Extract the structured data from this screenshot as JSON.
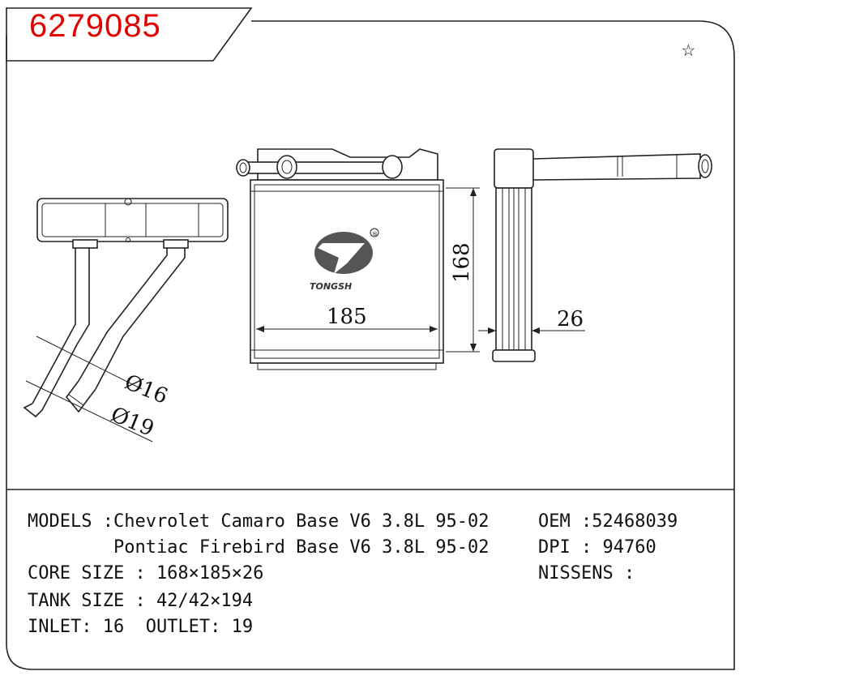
{
  "header": {
    "part_number": "6279085",
    "favorite_icon": "star-outline-icon",
    "part_number_color": "#e00000"
  },
  "drawing": {
    "brand_logo": "TONGSH",
    "registered_mark": "®",
    "dim_width": "185",
    "dim_height": "168",
    "dim_depth": "26",
    "dim_inlet": "Ø16",
    "dim_outlet": "Ø19"
  },
  "specs": {
    "models_line1": "MODELS :Chevrolet Camaro Base V6 3.8L 95-02",
    "models_line2": "        Pontiac Firebird Base V6 3.8L 95-02",
    "core_size": "CORE SIZE : 168×185×26",
    "tank_size": "TANK SIZE : 42/42×194",
    "inlet_outlet": "INLET: 16  OUTLET: 19",
    "oem": "OEM :52468039",
    "dpi": "DPI : 94760",
    "nissens": "NISSENS :"
  }
}
